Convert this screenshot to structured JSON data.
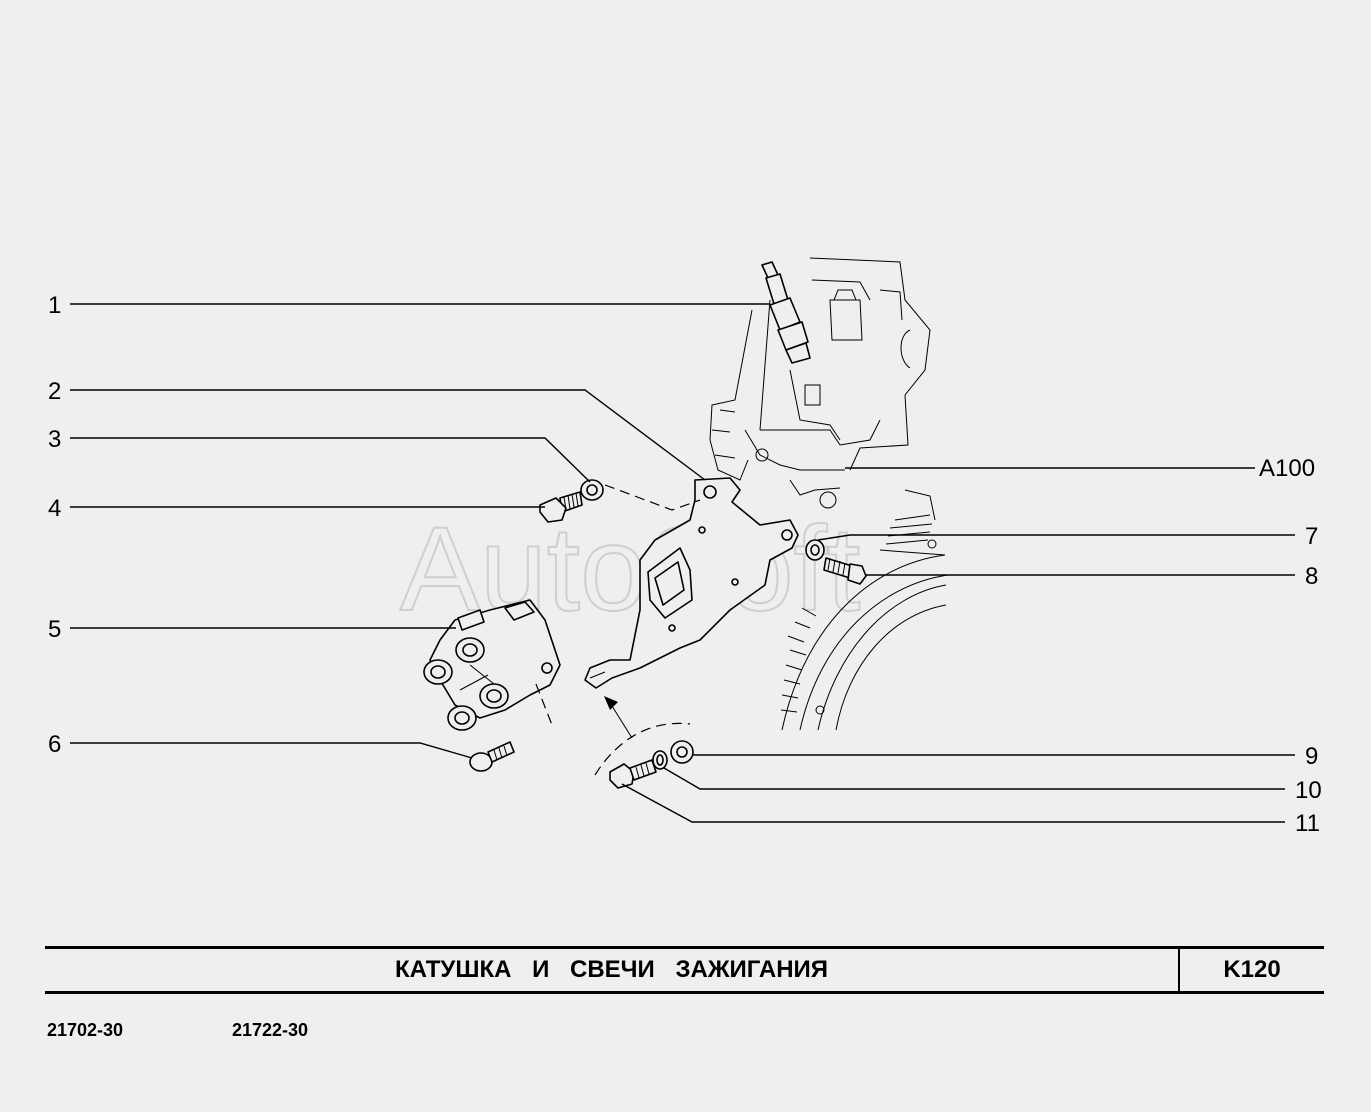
{
  "title": "КАТУШКА   И   СВЕЧИ   ЗАЖИГАНИЯ",
  "page_code": "K120",
  "models": [
    "21702-30",
    "21722-30"
  ],
  "watermark": "AutoSoft",
  "callouts": {
    "c1": "1",
    "c2": "2",
    "c3": "3",
    "c4": "4",
    "c5": "5",
    "c6": "6",
    "c7": "7",
    "c8": "8",
    "c9": "9",
    "c10": "10",
    "c11": "11",
    "a100": "A100"
  }
}
